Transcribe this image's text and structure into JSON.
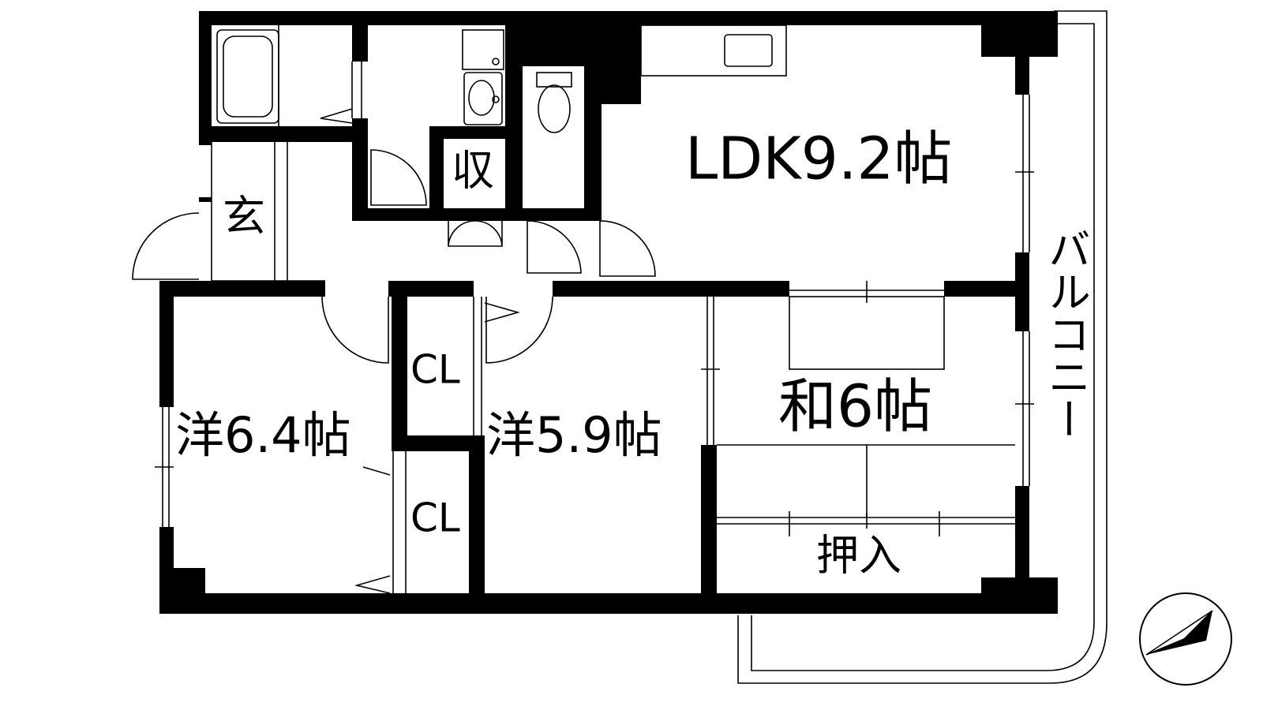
{
  "rooms": {
    "ldk": "LDK9.2帖",
    "western_a": "洋6.4帖",
    "western_b": "洋5.9帖",
    "japanese": "和6帖",
    "entrance": "玄",
    "storage": "収",
    "closet_a": "CL",
    "closet_b": "CL",
    "oshiire": "押入",
    "balcony": "バルコニー"
  },
  "colors": {
    "wall": "#000000",
    "background": "#ffffff"
  },
  "icons": {
    "compass": "north-arrow-icon"
  }
}
